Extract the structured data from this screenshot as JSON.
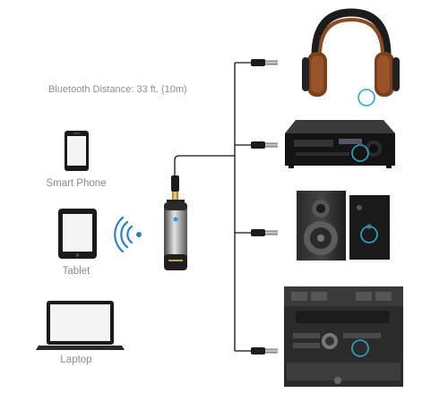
{
  "distance_text": "Bluetooth Distance: 33 ft. (10m)",
  "devices": {
    "phone": "Smart Phone",
    "tablet": "Tablet",
    "laptop": "Laptop"
  },
  "colors": {
    "highlight": "#2aa8c8",
    "wifi": "#2b7fc4",
    "label": "#8a8a8a"
  },
  "icons": [
    "smartphone-icon",
    "tablet-icon",
    "laptop-icon",
    "bluetooth-signal-icon",
    "headphones-icon",
    "av-receiver-icon",
    "speakers-icon",
    "car-dashboard-icon"
  ]
}
